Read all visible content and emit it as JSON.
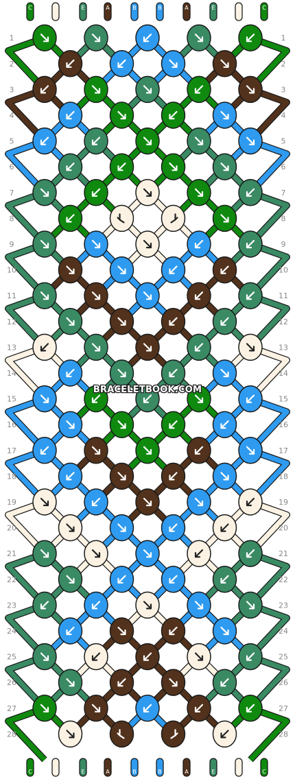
{
  "watermark": "BRACELETBOOK.COM",
  "colors": {
    "A": "#52321c",
    "B": "#2f9bf0",
    "C": "#0f8a0f",
    "D": "#fbf2e3",
    "E": "#3a8a64"
  },
  "start_strings": [
    "C",
    "D",
    "E",
    "A",
    "B",
    "B",
    "A",
    "E",
    "D",
    "C"
  ],
  "end_strings": [
    "C",
    "D",
    "E",
    "A",
    "B",
    "B",
    "A",
    "E",
    "D",
    "C"
  ],
  "row_labels": [
    "1",
    "2",
    "3",
    "4",
    "5",
    "6",
    "7",
    "8",
    "9",
    "10",
    "11",
    "12",
    "13",
    "14",
    "15",
    "16",
    "17",
    "18",
    "19",
    "20",
    "21",
    "22",
    "23",
    "24",
    "25",
    "26",
    "27",
    "28"
  ],
  "knots": [
    [
      {
        "c": "C",
        "d": "se"
      },
      {
        "c": "E",
        "d": "se"
      },
      {
        "c": "B",
        "d": "sw"
      },
      {
        "c": "E",
        "d": "se"
      },
      {
        "c": "C",
        "d": "sw"
      }
    ],
    [
      {
        "c": "A",
        "d": "sw"
      },
      {
        "c": "B",
        "d": "sw"
      },
      {
        "c": "B",
        "d": "se"
      },
      {
        "c": "A",
        "d": "se"
      }
    ],
    [
      {
        "c": "A",
        "d": "sw"
      },
      {
        "c": "C",
        "d": "se"
      },
      {
        "c": "E",
        "d": "se"
      },
      {
        "c": "C",
        "d": "sw"
      },
      {
        "c": "A",
        "d": "se"
      }
    ],
    [
      {
        "c": "B",
        "d": "sw"
      },
      {
        "c": "C",
        "d": "se"
      },
      {
        "c": "C",
        "d": "sw"
      },
      {
        "c": "B",
        "d": "se"
      }
    ],
    [
      {
        "c": "B",
        "d": "sw"
      },
      {
        "c": "E",
        "d": "sw"
      },
      {
        "c": "C",
        "d": "se"
      },
      {
        "c": "E",
        "d": "se"
      },
      {
        "c": "B",
        "d": "se"
      }
    ],
    [
      {
        "c": "E",
        "d": "sw"
      },
      {
        "c": "C",
        "d": "sw"
      },
      {
        "c": "C",
        "d": "se"
      },
      {
        "c": "E",
        "d": "se"
      }
    ],
    [
      {
        "c": "E",
        "d": "se"
      },
      {
        "c": "C",
        "d": "sw"
      },
      {
        "c": "D",
        "d": "se"
      },
      {
        "c": "C",
        "d": "se"
      },
      {
        "c": "E",
        "d": "sw"
      }
    ],
    [
      {
        "c": "C",
        "d": "sw"
      },
      {
        "c": "D",
        "d": "sbl"
      },
      {
        "c": "D",
        "d": "sbr"
      },
      {
        "c": "C",
        "d": "se"
      }
    ],
    [
      {
        "c": "E",
        "d": "se"
      },
      {
        "c": "B",
        "d": "se"
      },
      {
        "c": "D",
        "d": "se"
      },
      {
        "c": "B",
        "d": "sw"
      },
      {
        "c": "E",
        "d": "sw"
      }
    ],
    [
      {
        "c": "A",
        "d": "se"
      },
      {
        "c": "B",
        "d": "se"
      },
      {
        "c": "B",
        "d": "sw"
      },
      {
        "c": "A",
        "d": "sw"
      }
    ],
    [
      {
        "c": "E",
        "d": "se"
      },
      {
        "c": "A",
        "d": "se"
      },
      {
        "c": "B",
        "d": "se"
      },
      {
        "c": "A",
        "d": "sw"
      },
      {
        "c": "E",
        "d": "sw"
      }
    ],
    [
      {
        "c": "E",
        "d": "se"
      },
      {
        "c": "A",
        "d": "se"
      },
      {
        "c": "A",
        "d": "sw"
      },
      {
        "c": "E",
        "d": "sw"
      }
    ],
    [
      {
        "c": "D",
        "d": "sw"
      },
      {
        "c": "E",
        "d": "se"
      },
      {
        "c": "A",
        "d": "se"
      },
      {
        "c": "E",
        "d": "sw"
      },
      {
        "c": "D",
        "d": "se"
      }
    ],
    [
      {
        "c": "B",
        "d": "sw"
      },
      {
        "c": "E",
        "d": "se"
      },
      {
        "c": "E",
        "d": "sw"
      },
      {
        "c": "B",
        "d": "se"
      }
    ],
    [
      {
        "c": "B",
        "d": "se"
      },
      {
        "c": "C",
        "d": "sw"
      },
      {
        "c": "E",
        "d": "sw"
      },
      {
        "c": "C",
        "d": "se"
      },
      {
        "c": "B",
        "d": "sw"
      }
    ],
    [
      {
        "c": "B",
        "d": "se"
      },
      {
        "c": "C",
        "d": "se"
      },
      {
        "c": "C",
        "d": "sw"
      },
      {
        "c": "B",
        "d": "sw"
      }
    ],
    [
      {
        "c": "B",
        "d": "sw"
      },
      {
        "c": "A",
        "d": "se"
      },
      {
        "c": "C",
        "d": "se"
      },
      {
        "c": "A",
        "d": "sw"
      },
      {
        "c": "B",
        "d": "se"
      }
    ],
    [
      {
        "c": "B",
        "d": "sw"
      },
      {
        "c": "A",
        "d": "se"
      },
      {
        "c": "A",
        "d": "sw"
      },
      {
        "c": "B",
        "d": "se"
      }
    ],
    [
      {
        "c": "D",
        "d": "se"
      },
      {
        "c": "B",
        "d": "sw"
      },
      {
        "c": "A",
        "d": "se"
      },
      {
        "c": "B",
        "d": "se"
      },
      {
        "c": "D",
        "d": "sw"
      }
    ],
    [
      {
        "c": "D",
        "d": "se"
      },
      {
        "c": "B",
        "d": "se"
      },
      {
        "c": "B",
        "d": "sw"
      },
      {
        "c": "D",
        "d": "sw"
      }
    ],
    [
      {
        "c": "E",
        "d": "se"
      },
      {
        "c": "D",
        "d": "se"
      },
      {
        "c": "B",
        "d": "se"
      },
      {
        "c": "D",
        "d": "sw"
      },
      {
        "c": "E",
        "d": "sw"
      }
    ],
    [
      {
        "c": "E",
        "d": "se"
      },
      {
        "c": "B",
        "d": "sw"
      },
      {
        "c": "B",
        "d": "sw"
      },
      {
        "c": "E",
        "d": "sw"
      }
    ],
    [
      {
        "c": "E",
        "d": "sw"
      },
      {
        "c": "B",
        "d": "sw"
      },
      {
        "c": "D",
        "d": "se"
      },
      {
        "c": "B",
        "d": "se"
      },
      {
        "c": "E",
        "d": "se"
      }
    ],
    [
      {
        "c": "B",
        "d": "sw"
      },
      {
        "c": "A",
        "d": "se"
      },
      {
        "c": "A",
        "d": "sw"
      },
      {
        "c": "B",
        "d": "se"
      }
    ],
    [
      {
        "c": "E",
        "d": "se"
      },
      {
        "c": "D",
        "d": "sw"
      },
      {
        "c": "A",
        "d": "sw"
      },
      {
        "c": "D",
        "d": "se"
      },
      {
        "c": "E",
        "d": "sw"
      }
    ],
    [
      {
        "c": "E",
        "d": "se"
      },
      {
        "c": "A",
        "d": "sw"
      },
      {
        "c": "A",
        "d": "se"
      },
      {
        "c": "E",
        "d": "sw"
      }
    ],
    [
      {
        "c": "C",
        "d": "se"
      },
      {
        "c": "A",
        "d": "se"
      },
      {
        "c": "B",
        "d": "sw"
      },
      {
        "c": "A",
        "d": "sw"
      },
      {
        "c": "C",
        "d": "sw"
      }
    ],
    [
      {
        "c": "D",
        "d": "se"
      },
      {
        "c": "A",
        "d": "sbl"
      },
      {
        "c": "A",
        "d": "sbr"
      },
      {
        "c": "D",
        "d": "sw"
      }
    ]
  ]
}
